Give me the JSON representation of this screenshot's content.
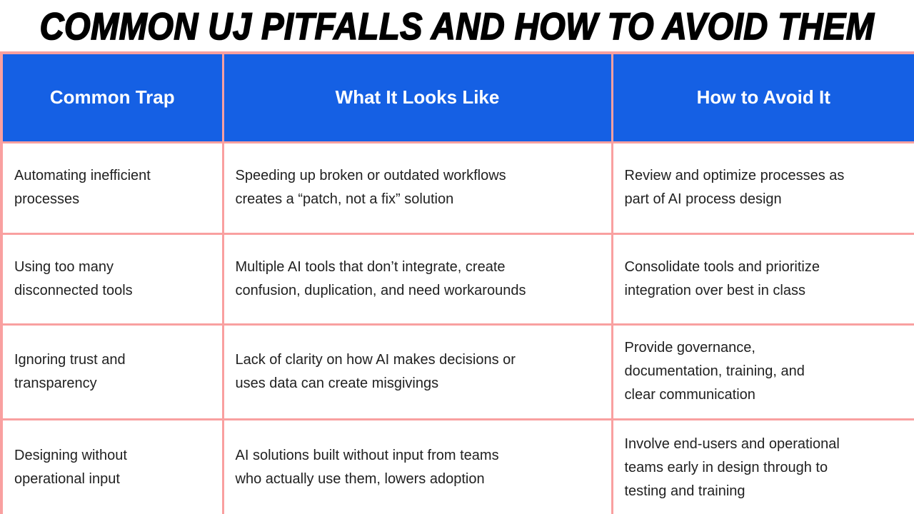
{
  "title": "COMMON UJ PITFALLS AND HOW TO AVOID THEM",
  "table": {
    "headers": [
      "Common Trap",
      "What It Looks Like",
      "How to Avoid It"
    ],
    "rows": [
      {
        "trap": "Automating inefficient\nprocesses",
        "looks_like": "Speeding up broken or outdated workflows\ncreates a “patch, not a fix” solution",
        "avoid": "Review and optimize processes as\npart of AI process design"
      },
      {
        "trap": "Using too many\ndisconnected tools",
        "looks_like": "Multiple AI tools that don’t integrate, create\nconfusion, duplication, and need workarounds",
        "avoid": "Consolidate tools and prioritize\nintegration over best in class"
      },
      {
        "trap": "Ignoring trust and\ntransparency",
        "looks_like": "Lack of clarity on how AI makes decisions or\nuses data can create misgivings",
        "avoid": "Provide governance,\ndocumentation, training, and\nclear communication"
      },
      {
        "trap": "Designing without\noperational input",
        "looks_like": "AI solutions built without input from teams\nwho actually use them, lowers adoption",
        "avoid": "Involve end-users and operational\nteams early in design through to\ntesting and training"
      }
    ]
  },
  "colors": {
    "header_bg": "#1560e4",
    "header_text": "#ffffff",
    "border": "#f9a0a0",
    "body_text": "#212121",
    "title_text": "#000000",
    "background": "#ffffff"
  }
}
